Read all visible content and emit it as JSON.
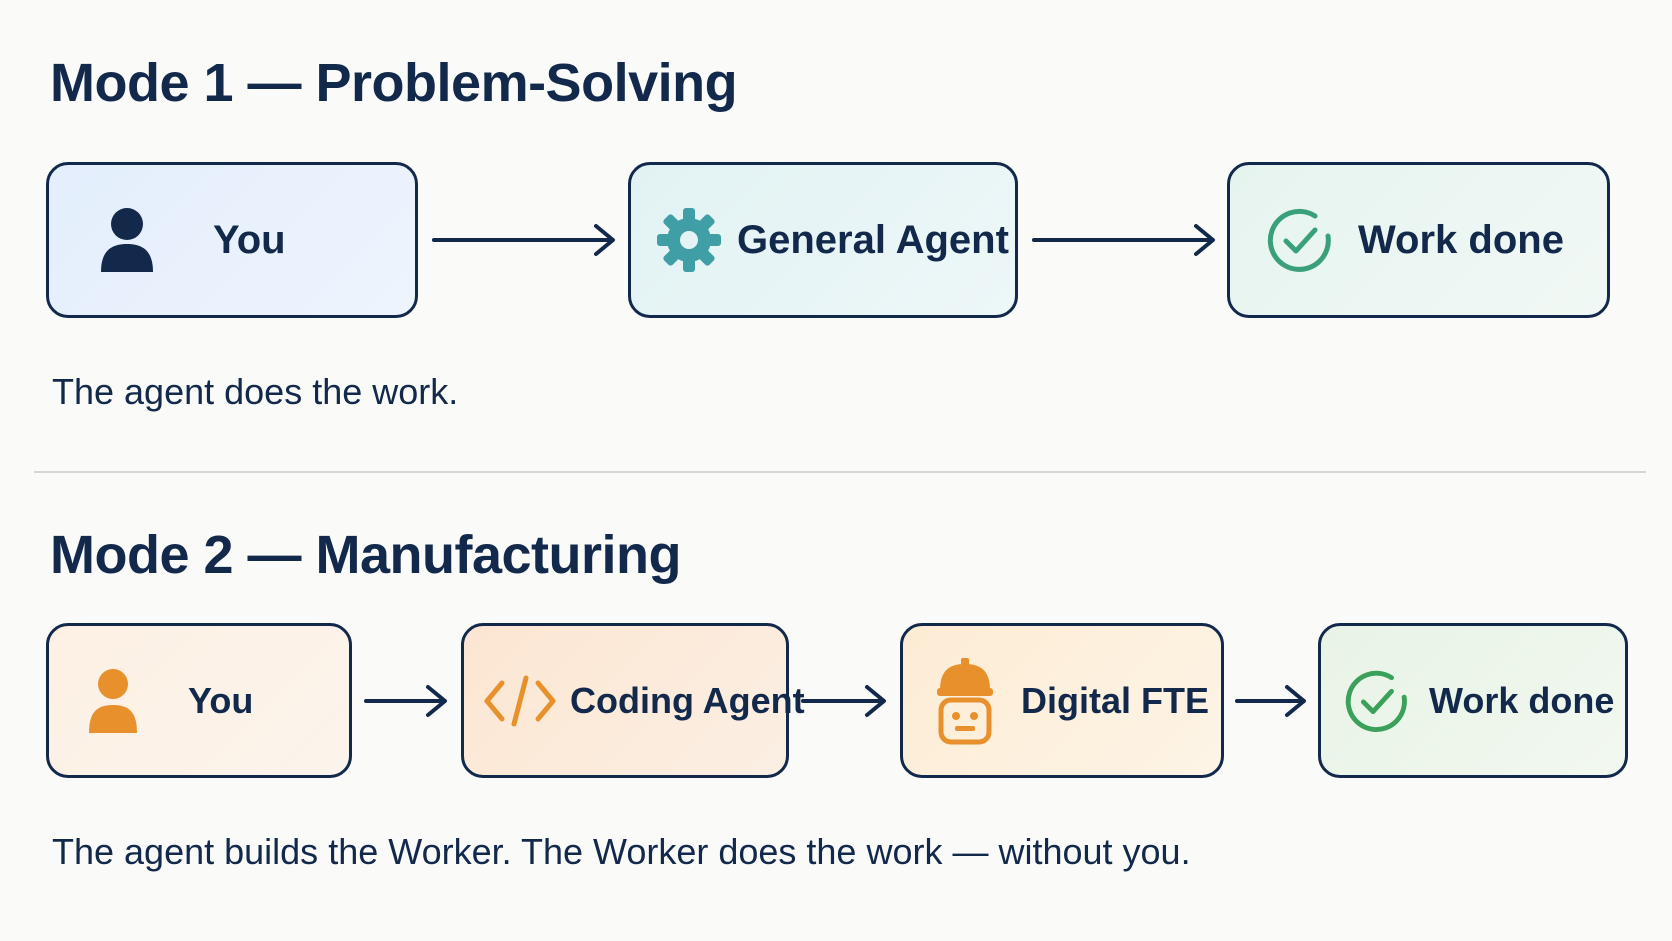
{
  "mode1": {
    "title": "Mode 1 — Problem-Solving",
    "caption": "The agent does the work.",
    "nodes": [
      {
        "label": "You",
        "icon": "person-icon",
        "color": "#13294b"
      },
      {
        "label": "General Agent",
        "icon": "gear-icon",
        "color": "#3f9ea6"
      },
      {
        "label": "Work done",
        "icon": "check-circle-icon",
        "color": "#3aa07a"
      }
    ]
  },
  "mode2": {
    "title": "Mode 2 — Manufacturing",
    "caption": "The agent builds the Worker. The Worker does the work — without you.",
    "nodes": [
      {
        "label": "You",
        "icon": "person-icon",
        "color": "#e8912c"
      },
      {
        "label": "Coding Agent",
        "icon": "code-brackets-icon",
        "color": "#e8912c"
      },
      {
        "label": "Digital FTE",
        "icon": "robot-hardhat-icon",
        "color": "#e8912c"
      },
      {
        "label": "Work done",
        "icon": "check-circle-icon",
        "color": "#3aa05a"
      }
    ]
  },
  "colors": {
    "ink": "#13294b",
    "divider": "#d6d6d6"
  }
}
